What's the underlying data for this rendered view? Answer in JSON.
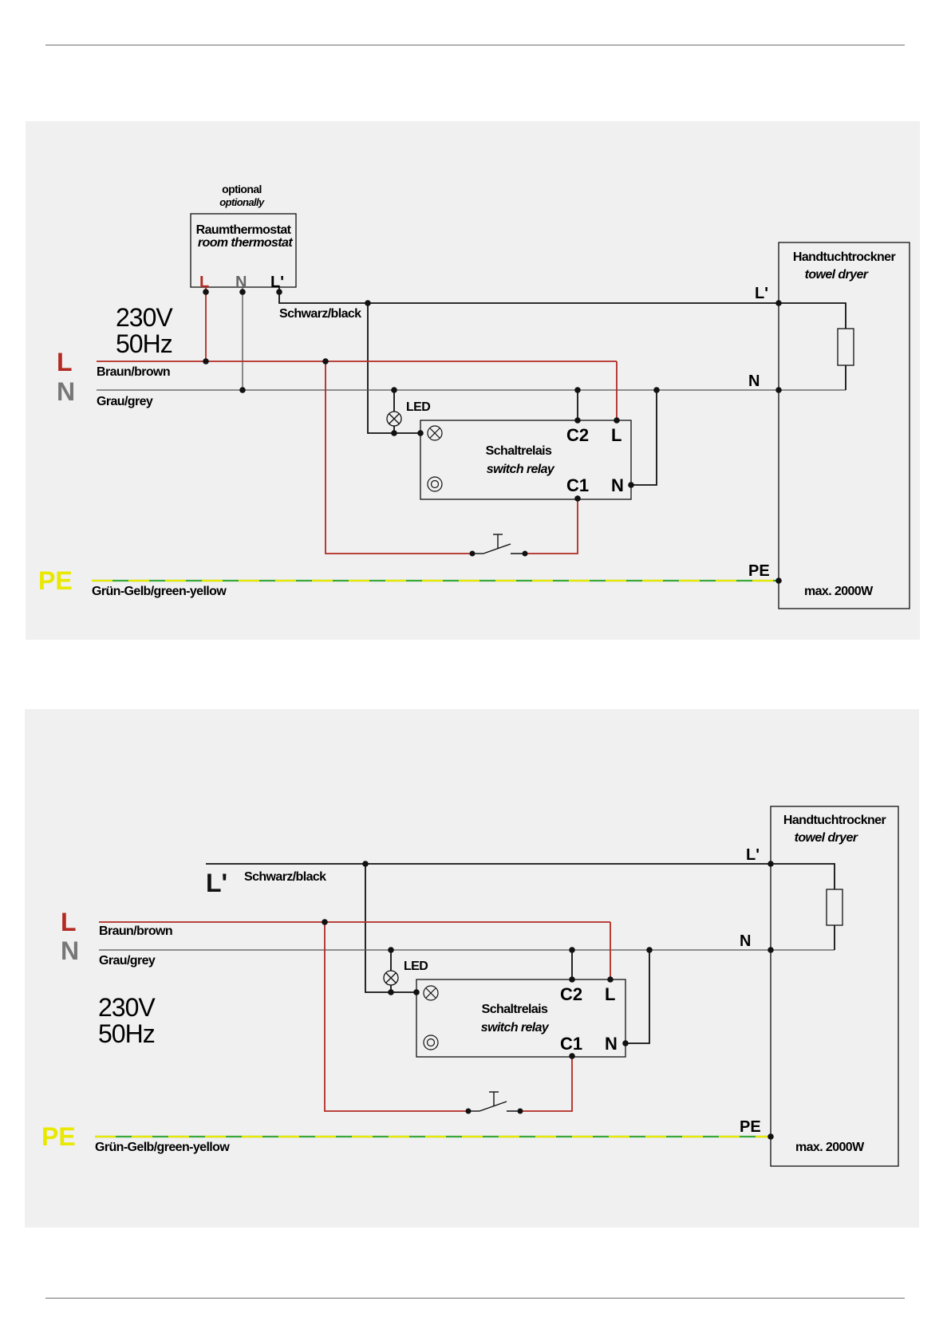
{
  "diagram_top": {
    "thermostat": {
      "note": "optional",
      "note_en": "optionally",
      "title": "Raumthermostat",
      "title_en": "room thermostat",
      "terminal_l": "L",
      "terminal_n": "N",
      "terminal_lp": "L'"
    },
    "supply": {
      "voltage": "230V",
      "frequency": "50Hz"
    },
    "lines": {
      "L": "L",
      "L_color": "Braun/brown",
      "N": "N",
      "N_color": "Grau/grey",
      "PE": "PE",
      "PE_color": "Grün-Gelb/green-yellow",
      "black": "Schwarz/black"
    },
    "led": "LED",
    "relay": {
      "title": "Schaltrelais",
      "title_en": "switch relay",
      "c2": "C2",
      "l": "L",
      "c1": "C1",
      "n": "N"
    },
    "dryer": {
      "title": "Handtuchtrockner",
      "title_en": "towel dryer",
      "lp": "L'",
      "n": "N",
      "pe": "PE",
      "max": "max. 2000W"
    }
  },
  "diagram_bottom": {
    "supply": {
      "voltage": "230V",
      "frequency": "50Hz"
    },
    "lines": {
      "LP": "L'",
      "black": "Schwarz/black",
      "L": "L",
      "L_color": "Braun/brown",
      "N": "N",
      "N_color": "Grau/grey",
      "PE": "PE",
      "PE_color": "Grün-Gelb/green-yellow"
    },
    "led": "LED",
    "relay": {
      "title": "Schaltrelais",
      "title_en": "switch relay",
      "c2": "C2",
      "l": "L",
      "c1": "C1",
      "n": "N"
    },
    "dryer": {
      "title": "Handtuchtrockner",
      "title_en": "towel dryer",
      "lp": "L'",
      "n": "N",
      "pe": "PE",
      "max": "max. 2000W"
    }
  },
  "colors": {
    "panel_bg": "#f0f0f0",
    "live_red": "#b22a22",
    "neutral_grey": "#555555",
    "earth_green": "#3aa83a",
    "earth_yellow": "#e8e800"
  }
}
